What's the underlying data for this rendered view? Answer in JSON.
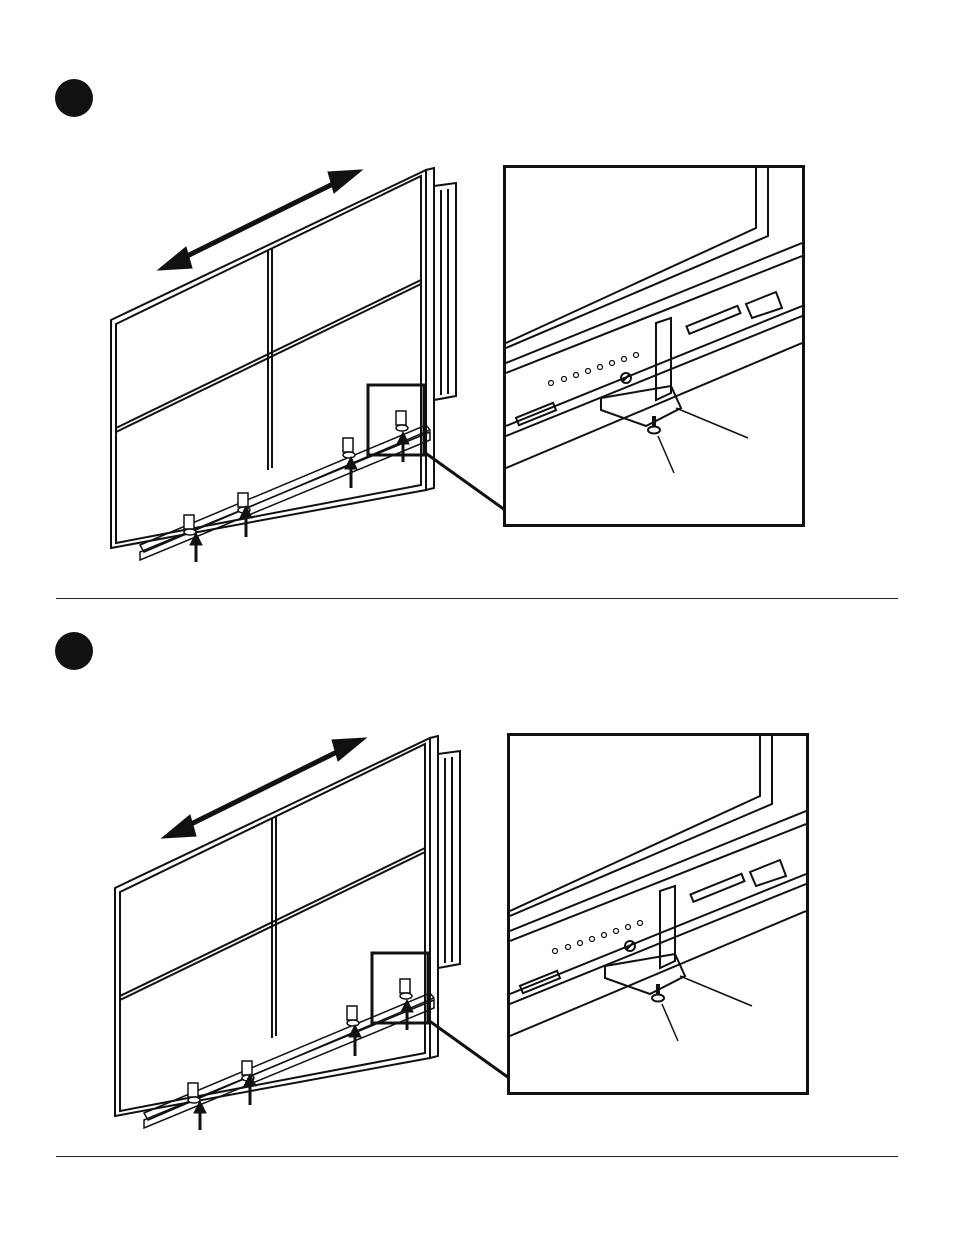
{
  "steps": [
    {
      "icon": "step-marker-dot",
      "arrows": 4
    },
    {
      "icon": "step-marker-dot",
      "arrows": 4
    }
  ],
  "icons": [
    "double-headed-arrow-icon",
    "up-arrow-icon",
    "screw-icon",
    "detail-callout-box-icon"
  ],
  "colors": {
    "ink": "#111111",
    "paper": "#ffffff"
  }
}
